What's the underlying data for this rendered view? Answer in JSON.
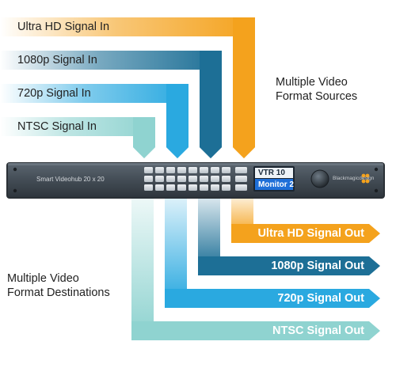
{
  "inputs": [
    {
      "label": "Ultra HD Signal In",
      "color": "#F4A21D"
    },
    {
      "label": "1080p Signal In",
      "color": "#1D6F96"
    },
    {
      "label": "720p Signal In",
      "color": "#2AA9E0"
    },
    {
      "label": "NTSC Signal In",
      "color": "#8FD3D0"
    }
  ],
  "outputs": [
    {
      "label": "Ultra HD Signal Out",
      "color": "#F4A21D"
    },
    {
      "label": "1080p Signal Out",
      "color": "#1D6F96"
    },
    {
      "label": "720p Signal Out",
      "color": "#2AA9E0"
    },
    {
      "label": "NTSC Signal Out",
      "color": "#8FD3D0"
    }
  ],
  "sources_text": "Multiple Video\nFormat Sources",
  "destinations_text": "Multiple Video\nFormat Destinations",
  "device": {
    "name": "Smart Videohub 20 x 20",
    "lcd_source": "VTR 10",
    "lcd_destination": "Monitor 2",
    "brand": "Blackmagicdesign"
  }
}
